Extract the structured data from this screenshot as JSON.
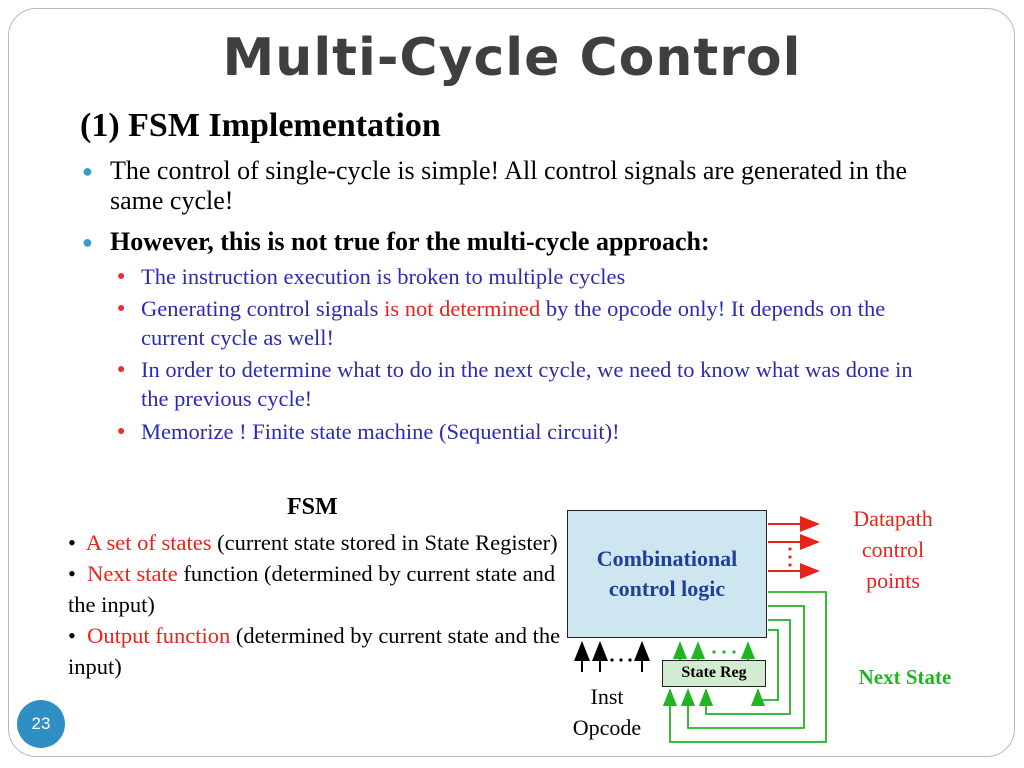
{
  "slide": {
    "title": "Multi-Cycle Control",
    "subtitle": "(1) FSM Implementation",
    "page_number": "23"
  },
  "bullets": {
    "b1": "The control of single-cycle is simple! All control signals are generated in the same cycle!",
    "b2": "However, this is not true for the multi-cycle approach:",
    "sub1": "The instruction execution is broken to multiple cycles",
    "sub2_a": "Generating control signals ",
    "sub2_b": "is not determined",
    "sub2_c": " by the opcode only! It depends on the current cycle as well!",
    "sub3": "In order to determine what to do in the next cycle, we need to know what was done in the previous cycle!",
    "sub4": "Memorize ! Finite state machine (Sequential circuit)!"
  },
  "fsm": {
    "heading": "FSM",
    "item1_red": "A set of states",
    "item1_rest": " (current state stored in State Register)",
    "item2_red": "Next state",
    "item2_rest": " function  (determined by current state and the input)",
    "item3_red": "Output function",
    "item3_rest": " (determined by current state and the input)"
  },
  "diagram": {
    "combo_line1": "Combinational",
    "combo_line2": "control logic",
    "state_reg": "State Reg",
    "datapath_line1": "Datapath",
    "datapath_line2": "control",
    "datapath_line3": "points",
    "next_state": "Next State",
    "inst": "Inst",
    "opcode": "Opcode"
  },
  "colors": {
    "accent_bullet": "#3a9bc6",
    "sub_bullet": "#e0352b",
    "text_blue": "#2b2bb5",
    "highlight_red": "#e8231a",
    "box_fill": "#cde6ef",
    "state_reg_fill": "#d1ecd1",
    "next_state_green": "#22b422",
    "badge": "#2f8fc4"
  }
}
